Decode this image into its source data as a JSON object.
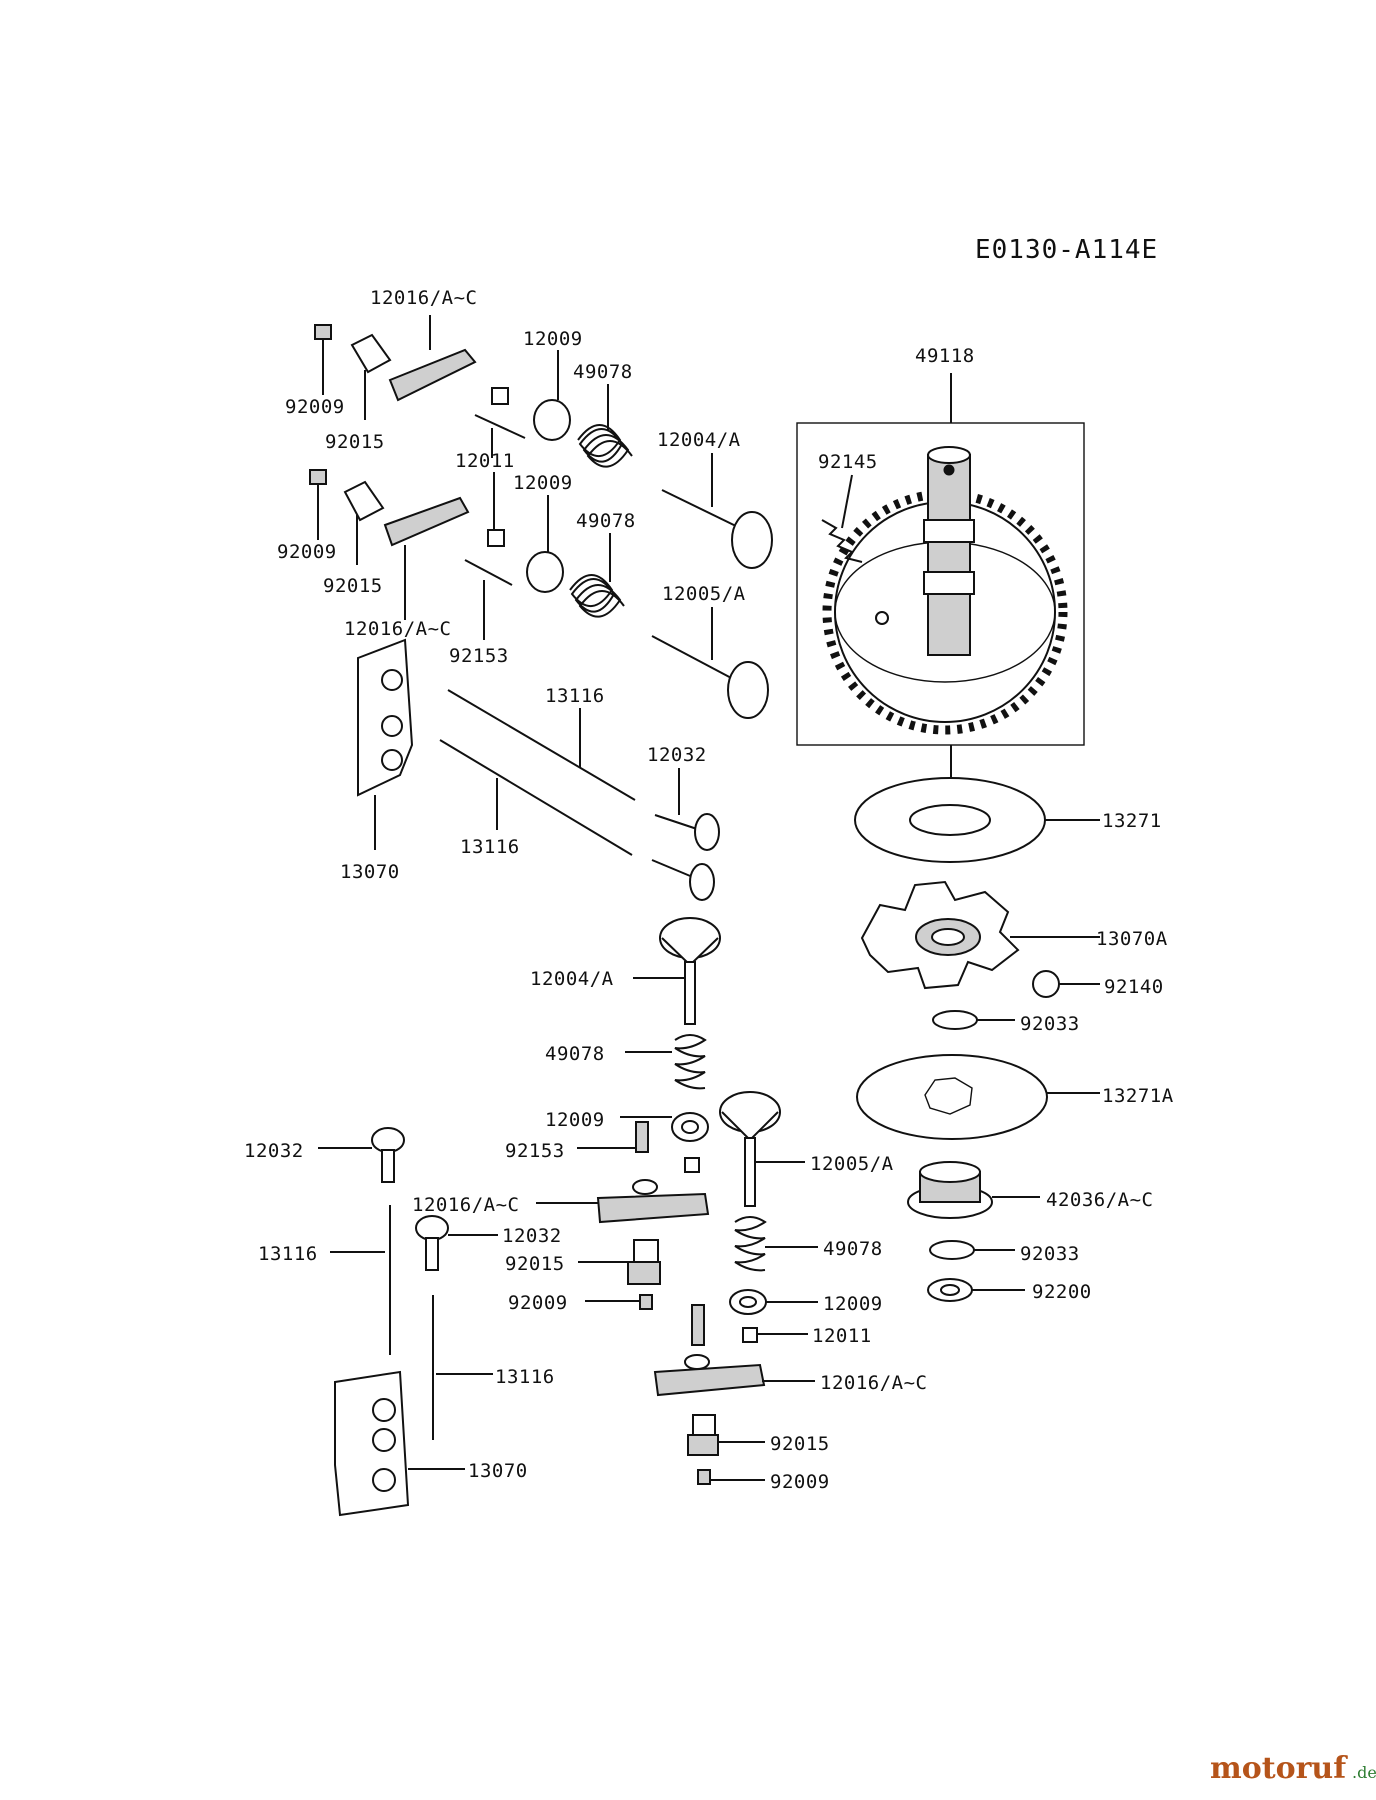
{
  "diagram_code": "E0130-A114E",
  "watermark": {
    "part_a": "motoruf",
    "part_b": ".de"
  },
  "labels": [
    "12016/A~C",
    "92009",
    "92015",
    "12009",
    "49078",
    "12011",
    "12004/A",
    "49118",
    "92145",
    "12009",
    "49078",
    "92009",
    "92015",
    "12016/A~C",
    "92153",
    "12005/A",
    "13116",
    "12032",
    "13116",
    "13070",
    "13271",
    "13070A",
    "12004/A",
    "92140",
    "49078",
    "92033",
    "13271A",
    "12009",
    "92153",
    "12032",
    "12005/A",
    "12016/A~C",
    "42036/A~C",
    "12032",
    "13116",
    "92015",
    "92033",
    "49078",
    "92009",
    "92200",
    "12009",
    "12011",
    "13116",
    "12016/A~C",
    "92015",
    "13070",
    "92009"
  ]
}
